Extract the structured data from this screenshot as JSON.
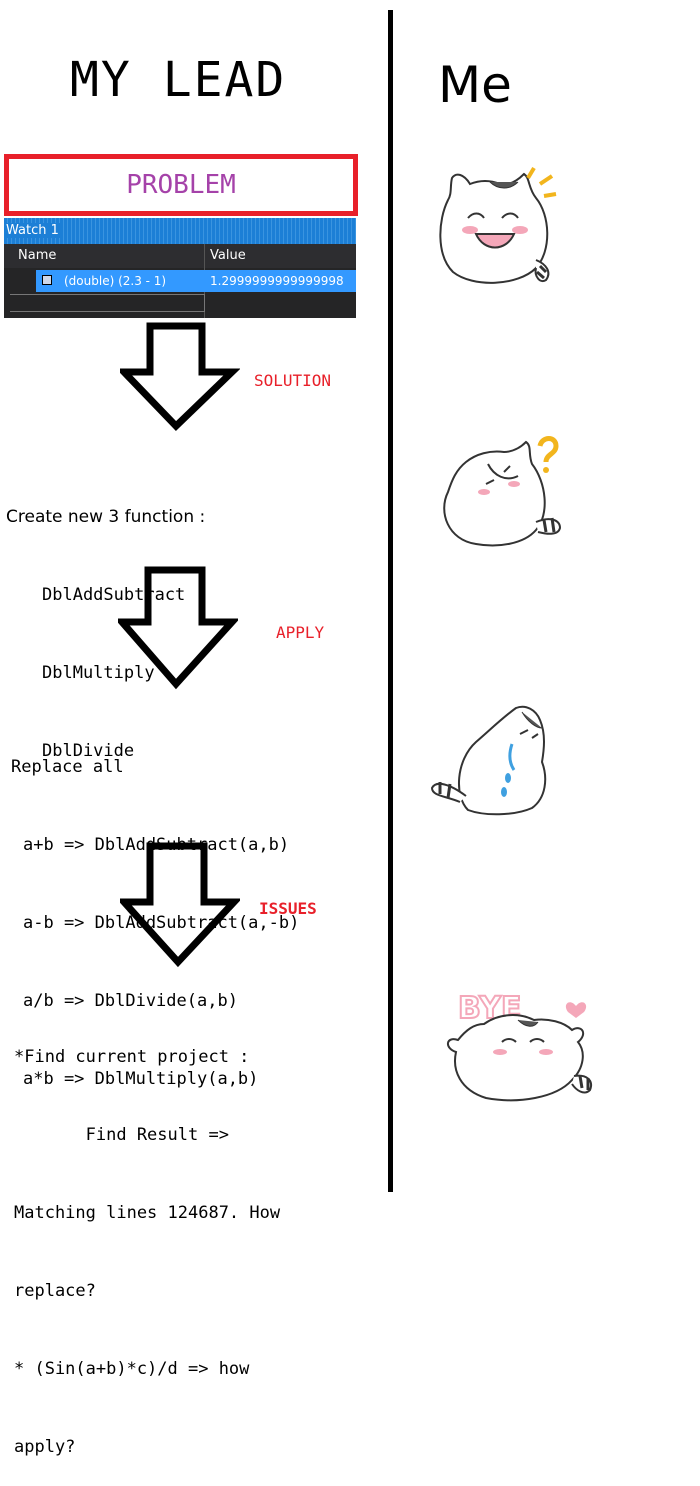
{
  "titles": {
    "left": "MY LEAD",
    "right": "Me"
  },
  "problem": {
    "label": "PROBLEM"
  },
  "watch": {
    "title": "Watch 1",
    "columns": {
      "name": "Name",
      "value": "Value"
    },
    "row": {
      "name": "(double) (2.3 - 1)",
      "value": "1.2999999999999998"
    }
  },
  "labels": {
    "solution": "SOLUTION",
    "apply": "APPLY",
    "issues": "ISSUES"
  },
  "step1": {
    "heading": "Create new 3 function :",
    "items": [
      "DblAddSubtract",
      "DblMultiply",
      "DblDivide"
    ]
  },
  "step2": {
    "heading": "Replace all",
    "items": [
      "a+b => DblAddSubtract(a,b)",
      "a-b => DblAddSubtract(a,-b)",
      "a/b => DblDivide(a,b)",
      "a*b => DblMultiply(a,b)"
    ]
  },
  "step3": {
    "lines": [
      "*Find current project :",
      "       Find Result =>",
      "Matching lines 124687. How",
      "replace?",
      "* (Sin(a+b)*c)/d => how",
      "apply?"
    ]
  },
  "stickers": {
    "bye_text": "BYE"
  },
  "colors": {
    "red": "#e8202a",
    "purple": "#a542a9",
    "vs_blue": "#1c7fd6",
    "highlight": "#3399ff",
    "accent_yellow": "#f2b51d",
    "tear_blue": "#3fa0e0",
    "blush_pink": "#f4a7b9"
  }
}
